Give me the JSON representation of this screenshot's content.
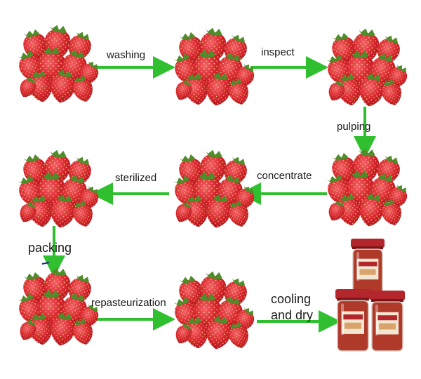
{
  "diagram": {
    "steps": [
      {
        "label": "washing"
      },
      {
        "label": "inspect"
      },
      {
        "label": "pulping"
      },
      {
        "label": "concentrate"
      },
      {
        "label": "sterilized"
      },
      {
        "label": "packing"
      },
      {
        "label": "repasteurization"
      },
      {
        "label": "cooling and dry",
        "lines": [
          "cooling",
          "and dry"
        ]
      }
    ],
    "colors": {
      "arrow": "#2fbf2f",
      "strawberry_red": "#d8282e",
      "strawberry_dark": "#a8141c",
      "leaf_green": "#4f8c2a",
      "jam_red": "#b03a2a",
      "lid_red": "#b3262b"
    },
    "icons": [
      "strawberry-cluster-icon",
      "jam-jar-icon"
    ]
  }
}
